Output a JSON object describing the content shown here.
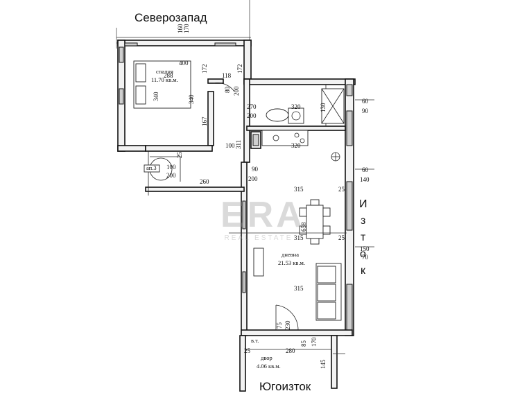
{
  "orientation": {
    "northwest": "Северозапад",
    "southeast": "Югоизток",
    "east_letters": [
      "И",
      "з",
      "т",
      "о",
      "к"
    ]
  },
  "rooms": {
    "bedroom": {
      "name": "спалня",
      "area": "11.70 кв.м."
    },
    "living": {
      "name": "дневна",
      "area": "21.53 кв.м."
    },
    "yard": {
      "name": "двор",
      "area": "4.06 кв.м."
    },
    "wc": {
      "name": "в.т."
    },
    "stair_tag": {
      "name": "ап.3"
    }
  },
  "dimensions": {
    "d160": "160",
    "d170": "170",
    "d400": "400",
    "d288": "288",
    "d172a": "172",
    "d118": "118",
    "d172b": "172",
    "d340a": "340",
    "d340b": "340",
    "d167": "167",
    "d80": "80",
    "d200a": "200",
    "d270": "270",
    "d200b": "200",
    "d320a": "320",
    "d130": "130",
    "d60a": "60",
    "d90a": "90",
    "d320b": "320",
    "d100a": "100",
    "d311": "311",
    "d100b": "100",
    "d200c": "200",
    "d25a": "25",
    "d260": "260",
    "d90b": "90",
    "d200d": "200",
    "d315a": "315",
    "d25b": "25",
    "d60b": "60",
    "d140": "140",
    "d315b": "315",
    "d658": "658",
    "d150": "150",
    "d70": "70",
    "d315c": "315",
    "d25c": "25",
    "d75": "75",
    "d230": "230",
    "d85": "85",
    "d170b": "170",
    "d280": "280",
    "d145": "145",
    "d25d": "25"
  },
  "watermark": {
    "logo": "ERA",
    "tagline": "REAL ESTATE"
  },
  "colors": {
    "wall": "#111111",
    "hatch": "#cfcfcf",
    "watermark": "#969696"
  }
}
